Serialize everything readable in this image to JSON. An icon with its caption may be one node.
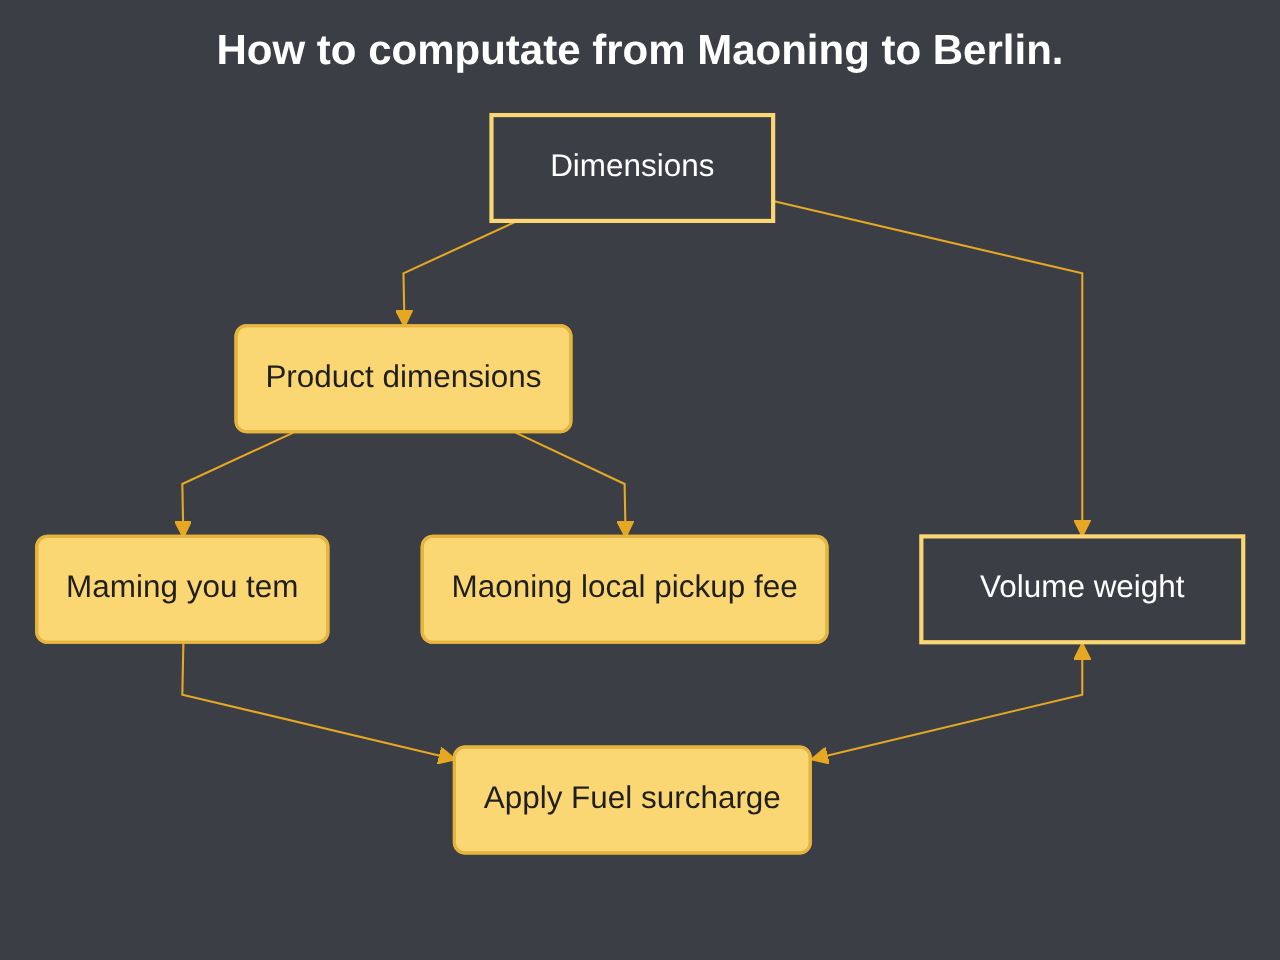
{
  "diagram": {
    "title": "How to computate from Maoning to Berlin.",
    "nodes": [
      {
        "text": [
          "Dimensions"
        ]
      },
      {
        "text": [
          "Volume weight"
        ]
      },
      {
        "text": [
          "Product dimensions"
        ]
      },
      {
        "text": [
          "Maoning local pickup fee"
        ]
      },
      {
        "text": [
          "Maming you tem"
        ]
      },
      {
        "text": [
          "Apply Fuel surcharge"
        ]
      }
    ],
    "edges": [
      {
        "from": 0,
        "to": 1,
        "arrow": "to"
      },
      {
        "from": 0,
        "to": 2,
        "arrow": "to"
      },
      {
        "from": 2,
        "to": 3,
        "arrow": "to"
      },
      {
        "from": 2,
        "to": 4,
        "arrow": "to"
      },
      {
        "from": 4,
        "to": 5,
        "arrow": "to"
      },
      {
        "from": 1,
        "to": 5,
        "arrow": "both"
      }
    ]
  }
}
